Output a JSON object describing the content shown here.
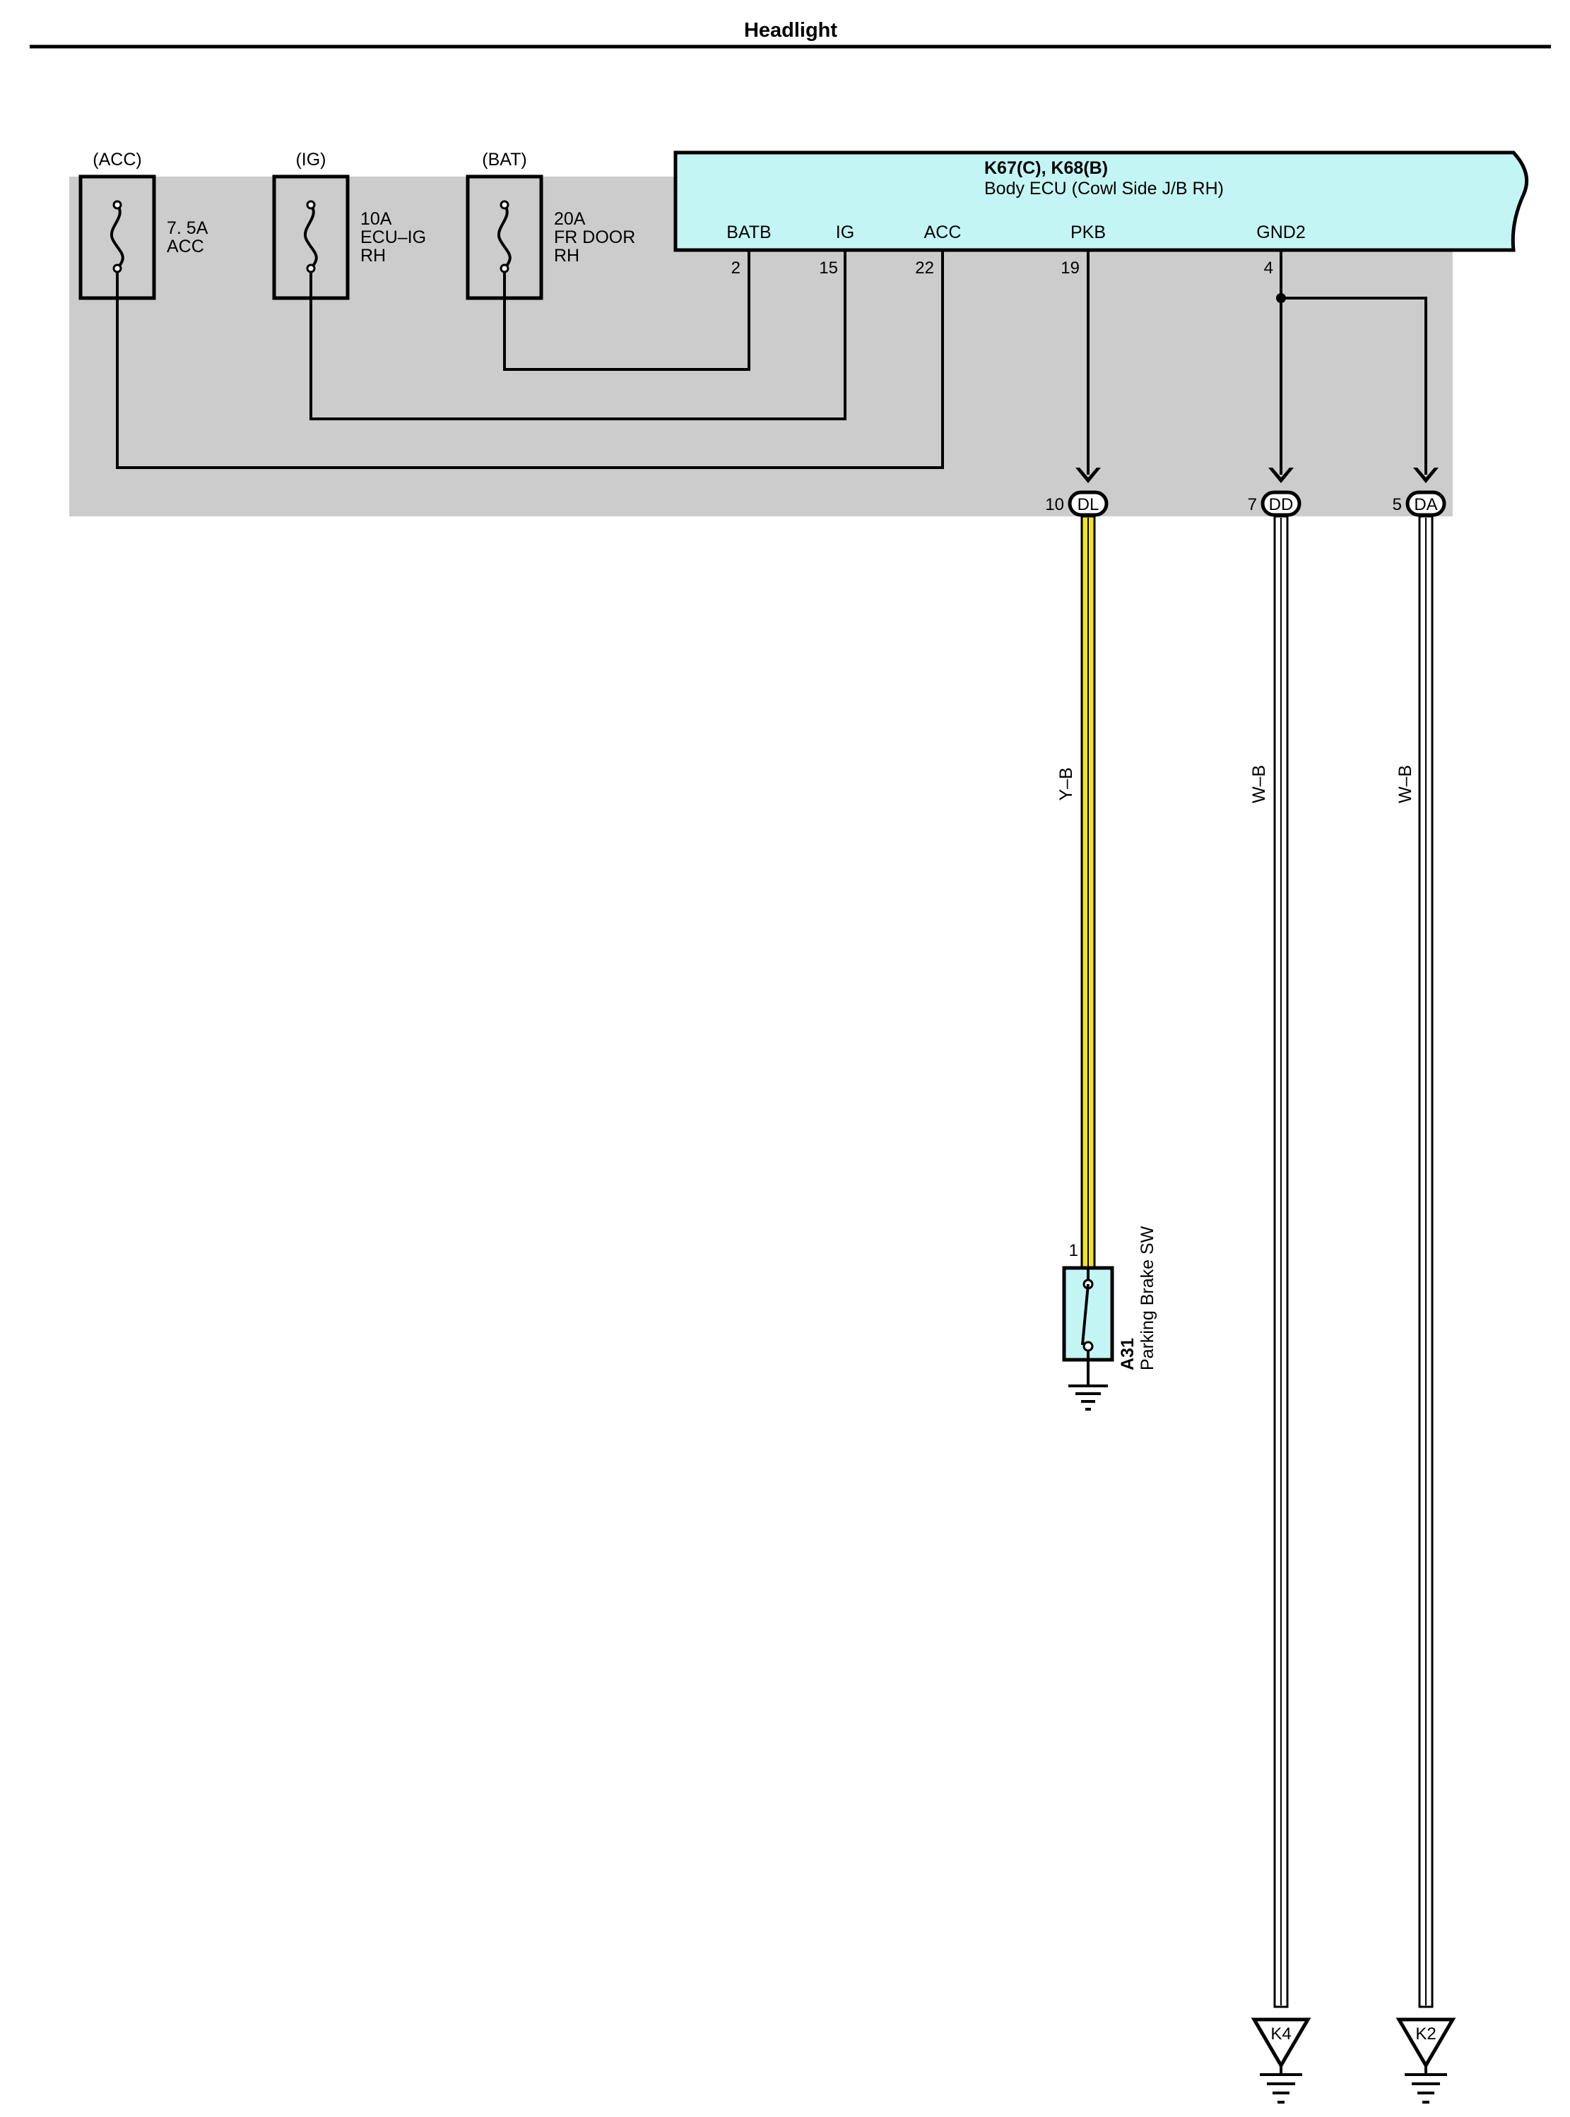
{
  "title": "Headlight",
  "fuses": [
    {
      "source": "(ACC)",
      "rating": "7. 5A",
      "name": "ACC",
      "name2": ""
    },
    {
      "source": "(IG)",
      "rating": "10A",
      "name": "ECU–IG",
      "name2": "RH"
    },
    {
      "source": "(BAT)",
      "rating": "20A",
      "name": "FR DOOR",
      "name2": "RH"
    }
  ],
  "ecu": {
    "connector": "K67(C), K68(B)",
    "name": "Body ECU (Cowl Side J/B RH)",
    "terminals": [
      {
        "name": "BATB",
        "pin": "2"
      },
      {
        "name": "IG",
        "pin": "15"
      },
      {
        "name": "ACC",
        "pin": "22"
      },
      {
        "name": "PKB",
        "pin": "19"
      },
      {
        "name": "GND2",
        "pin": "4"
      }
    ]
  },
  "junction_connectors": [
    {
      "pin": "10",
      "id": "DL"
    },
    {
      "pin": "7",
      "id": "DD"
    },
    {
      "pin": "5",
      "id": "DA"
    }
  ],
  "wires": [
    {
      "color_code": "Y–B",
      "fill": "#f5e41a"
    },
    {
      "color_code": "W–B",
      "fill": "#ffffff"
    },
    {
      "color_code": "W–B",
      "fill": "#ffffff"
    }
  ],
  "switch": {
    "pin": "1",
    "code": "A31",
    "name": "Parking Brake SW"
  },
  "grounds": [
    {
      "id": "K4"
    },
    {
      "id": "K2"
    }
  ],
  "colors": {
    "panel": "#cccccc",
    "ecu_fill": "#c4f5f5",
    "switch_fill": "#c4f5f5",
    "yellow_wire": "#f5e41a"
  }
}
